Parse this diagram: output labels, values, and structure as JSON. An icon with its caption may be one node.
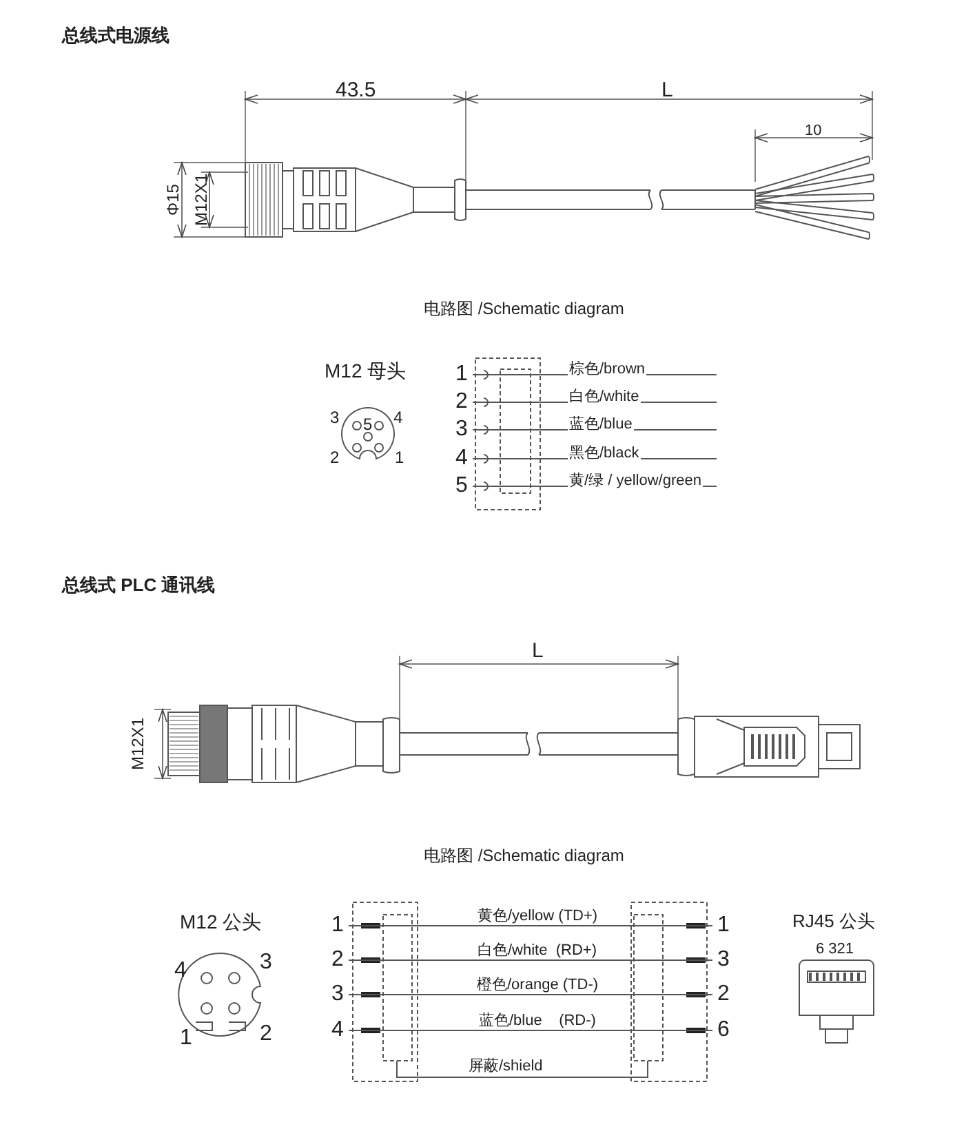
{
  "diagram": {
    "nodes": [
      {
        "text": [
          "1"
        ]
      },
      {
        "text": [
          "2"
        ]
      },
      {
        "text": [
          "3"
        ]
      },
      {
        "text": [
          "4"
        ]
      },
      {
        "text": [
          "5"
        ]
      },
      {
        "text": [
          "1"
        ]
      },
      {
        "text": [
          "2"
        ]
      },
      {
        "text": [
          "3"
        ]
      },
      {
        "text": [
          "4"
        ]
      },
      {
        "text": [
          "1"
        ]
      },
      {
        "text": [
          "3"
        ]
      },
      {
        "text": [
          "2"
        ]
      },
      {
        "text": [
          "6"
        ]
      }
    ],
    "edges": [
      {
        "from": 0,
        "to": null,
        "arrow": "none",
        "label": "棕色/brown"
      },
      {
        "from": 1,
        "to": null,
        "arrow": "none",
        "label": "白色/white"
      },
      {
        "from": 2,
        "to": null,
        "arrow": "none",
        "label": "蓝色/blue"
      },
      {
        "from": 3,
        "to": null,
        "arrow": "none",
        "label": "黑色/black"
      },
      {
        "from": 4,
        "to": null,
        "arrow": "none",
        "label": "黄/绿 / yellow/green"
      },
      {
        "from": 5,
        "to": 9,
        "arrow": "none",
        "label": "黄色/yellow (TD+)"
      },
      {
        "from": 6,
        "to": 10,
        "arrow": "none",
        "label": "白色/white  (RD+)"
      },
      {
        "from": 7,
        "to": 11,
        "arrow": "none",
        "label": "橙色/orange (TD-)"
      },
      {
        "from": 8,
        "to": 12,
        "arrow": "none",
        "label": "蓝色/blue    (RD-)"
      }
    ],
    "labels": [
      "总线式电源线",
      "43.5",
      "L",
      "10",
      "Φ15",
      "M12X1",
      "电路图 /Schematic diagram",
      "M12 母头",
      "3",
      "5",
      "4",
      "2",
      "1",
      "总线式 PLC 通讯线",
      "L",
      "M12X1",
      "电路图 /Schematic diagram",
      "M12 公头",
      "RJ45 公头",
      "6 321",
      "4",
      "3",
      "1",
      "2",
      "屏蔽/shield"
    ]
  }
}
